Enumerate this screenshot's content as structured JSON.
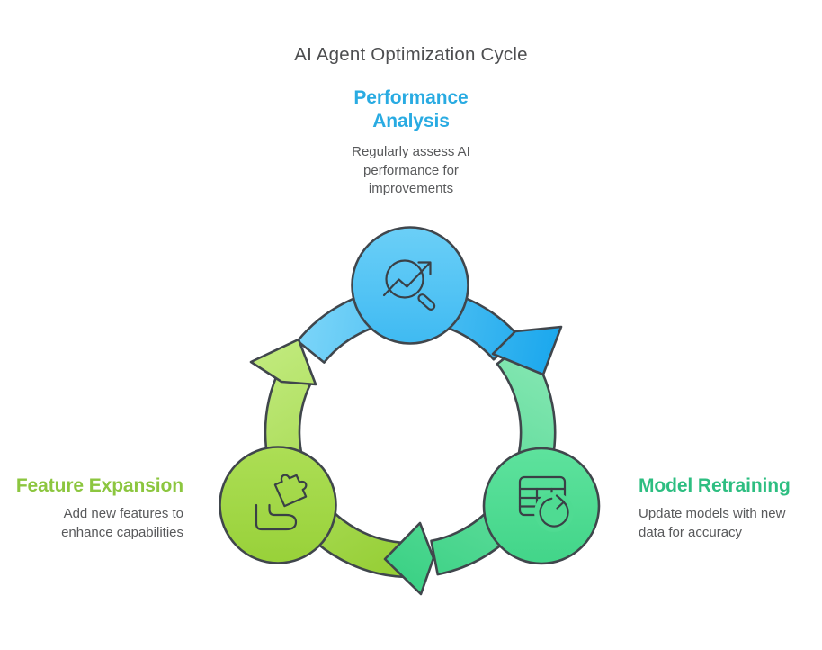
{
  "title": "AI Agent Optimization Cycle",
  "diagram": {
    "type": "cycle",
    "direction": "clockwise",
    "steps": [
      {
        "id": "performance-analysis",
        "position": "top",
        "label": "Performance Analysis",
        "description": "Regularly assess AI performance for improvements",
        "accent_color": "#29ABE2",
        "node_color": "#4FC2F3",
        "icon": "magnifier-trend-icon"
      },
      {
        "id": "model-retraining",
        "position": "right",
        "label": "Model Retraining",
        "description": "Update models with new data for accuracy",
        "accent_color": "#2DBE81",
        "node_color": "#4ED992",
        "icon": "table-refresh-icon"
      },
      {
        "id": "feature-expansion",
        "position": "left",
        "label": "Feature Expansion",
        "description": "Add new features to enhance capabilities",
        "accent_color": "#8CC63F",
        "node_color": "#A2D747",
        "icon": "hand-puzzle-icon"
      }
    ],
    "outline_color": "#40464C",
    "body_text_color": "#58595B",
    "title_color": "#4D4E50"
  }
}
